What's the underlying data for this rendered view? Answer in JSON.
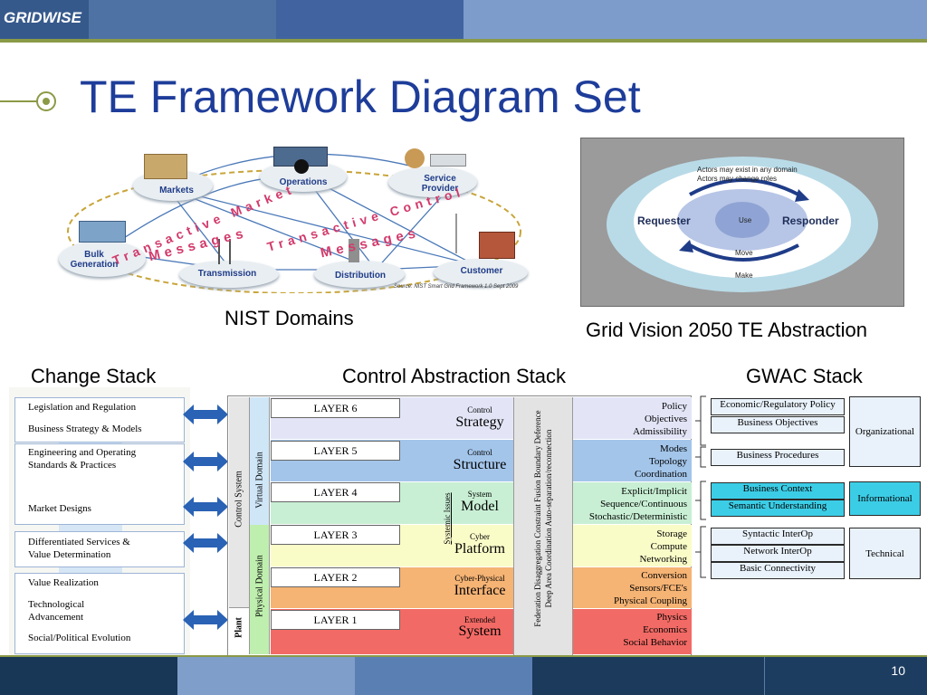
{
  "header": {
    "logo": "GRIDWISE"
  },
  "title": "TE Framework Diagram Set",
  "nist": {
    "caption": "NIST Domains",
    "domains": [
      "Markets",
      "Operations",
      "Service Provider",
      "Bulk Generation",
      "Transmission",
      "Distribution",
      "Customer"
    ],
    "arc1": "Transactive Market",
    "arc1b": "Messages",
    "arc2": "Transactive Control",
    "arc2b": "Messages",
    "source": "Source: NIST Smart Grid Framework 1.0 Sept 2009"
  },
  "gridvision": {
    "caption": "Grid Vision 2050 TE Abstraction",
    "note1": "Actors may exist in any domain",
    "note2": "Actors may change roles",
    "requester": "Requester",
    "responder": "Responder",
    "use": "Use",
    "move": "Move",
    "make": "Make"
  },
  "change_stack": {
    "heading": "Change Stack",
    "boxes": [
      [
        "Legislation and Regulation",
        "Business Strategy & Models"
      ],
      [
        "Engineering and Operating",
        "Standards & Practices",
        "Market Designs"
      ],
      [
        "Differentiated Services &",
        "Value Determination"
      ],
      [
        "Value Realization",
        "Technological",
        "Advancement",
        "Social/Political Evolution"
      ]
    ]
  },
  "control_stack": {
    "heading": "Control Abstraction Stack",
    "left_labels": {
      "control_system": "Control System",
      "virtual_domain": "Virtual Domain",
      "physical_domain": "Physical Domain",
      "plant": "Plant"
    },
    "layers": [
      {
        "layer": "LAYER 6",
        "small": "Control",
        "big": "Strategy",
        "right": [
          "Policy",
          "Objectives",
          "Admissibility"
        ]
      },
      {
        "layer": "LAYER 5",
        "small": "Control",
        "big": "Structure",
        "right": [
          "Modes",
          "Topology",
          "Coordination"
        ]
      },
      {
        "layer": "LAYER 4",
        "small": "System",
        "big": "Model",
        "right": [
          "Explicit/Implicit",
          "Sequence/Continuous",
          "Stochastic/Deterministic"
        ]
      },
      {
        "layer": "LAYER 3",
        "small": "Cyber",
        "big": "Platform",
        "right": [
          "Storage",
          "Compute",
          "Networking"
        ]
      },
      {
        "layer": "LAYER 2",
        "small": "Cyber-Physical",
        "big": "Interface",
        "right": [
          "Conversion",
          "Sensors/FCE's",
          "Physical Coupling"
        ]
      },
      {
        "layer": "LAYER 1",
        "small": "Extended",
        "big": "System",
        "right": [
          "Physics",
          "Economics",
          "Social Behavior"
        ]
      }
    ],
    "systemic": [
      "Systemic Issues",
      "Federation  Disaggregation  Constraint Fusion  Boundary Deference",
      "Deep Area Coordination   Auto-separation/reconnection"
    ]
  },
  "gwac": {
    "heading": "GWAC Stack",
    "groups": [
      {
        "category": "Organizational",
        "items": [
          "Economic/Regulatory Policy",
          "Business Objectives",
          "Business Procedures"
        ]
      },
      {
        "category": "Informational",
        "items": [
          "Business Context",
          "Semantic Understanding"
        ]
      },
      {
        "category": "Technical",
        "items": [
          "Syntactic InterOp",
          "Network InterOp",
          "Basic Connectivity"
        ]
      }
    ]
  },
  "footer": {
    "page": "10"
  },
  "colors": {
    "title": "#1e3d9a",
    "accent_green": "#8b9a46",
    "header": "#3c5f93"
  }
}
